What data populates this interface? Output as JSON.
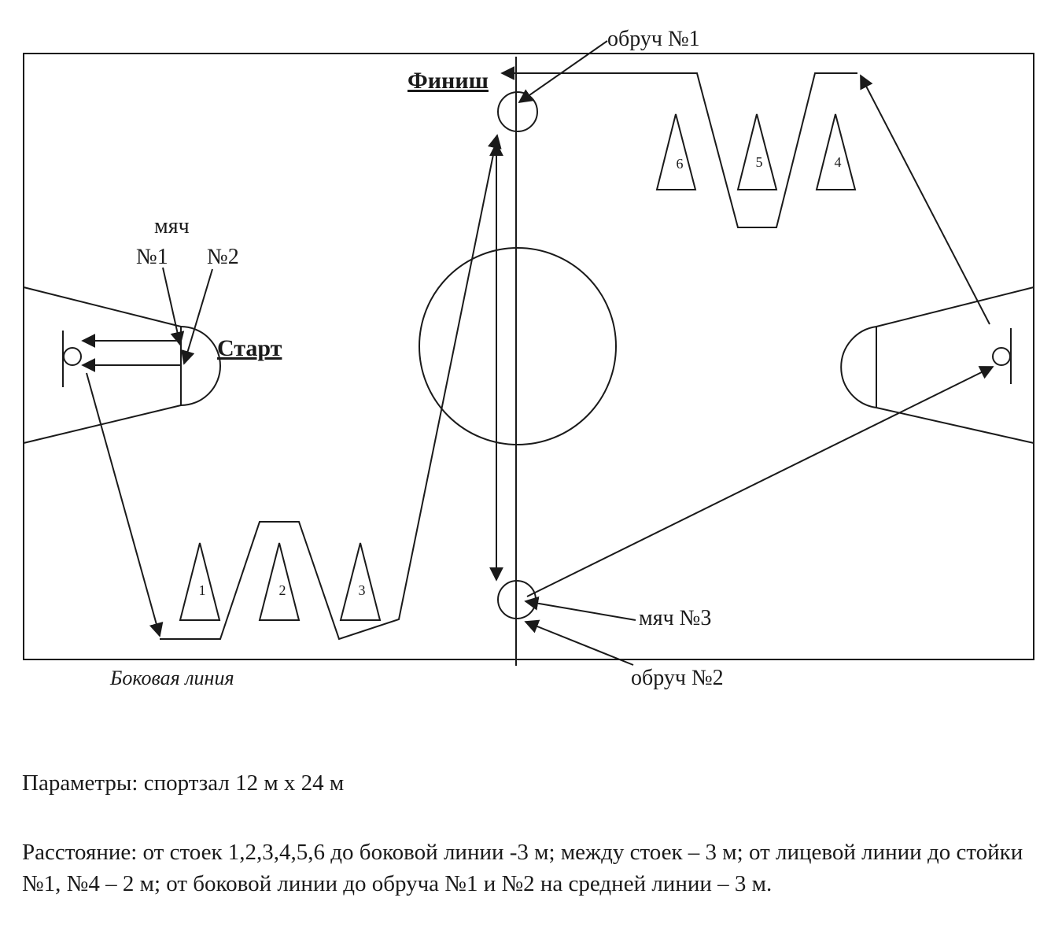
{
  "diagram": {
    "hoop1_label": "обруч №1",
    "finish_label": "Финиш",
    "ball_label": "мяч",
    "ball1_label": "№1",
    "ball2_label": "№2",
    "start_label": "Старт",
    "ball3_label": "мяч №3",
    "hoop2_label": "обруч №2",
    "sideline_label": "Боковая линия",
    "cones": [
      {
        "number": "1"
      },
      {
        "number": "2"
      },
      {
        "number": "3"
      },
      {
        "number": "4"
      },
      {
        "number": "5"
      },
      {
        "number": "6"
      }
    ]
  },
  "text": {
    "params": "Параметры: спортзал 12 м х 24 м",
    "distance": "Расстояние: от стоек 1,2,3,4,5,6 до боковой линии -3 м; между стоек – 3 м; от лицевой линии до стойки №1, №4 – 2 м; от боковой линии до обруча №1 и №2 на средней линии – 3 м."
  }
}
